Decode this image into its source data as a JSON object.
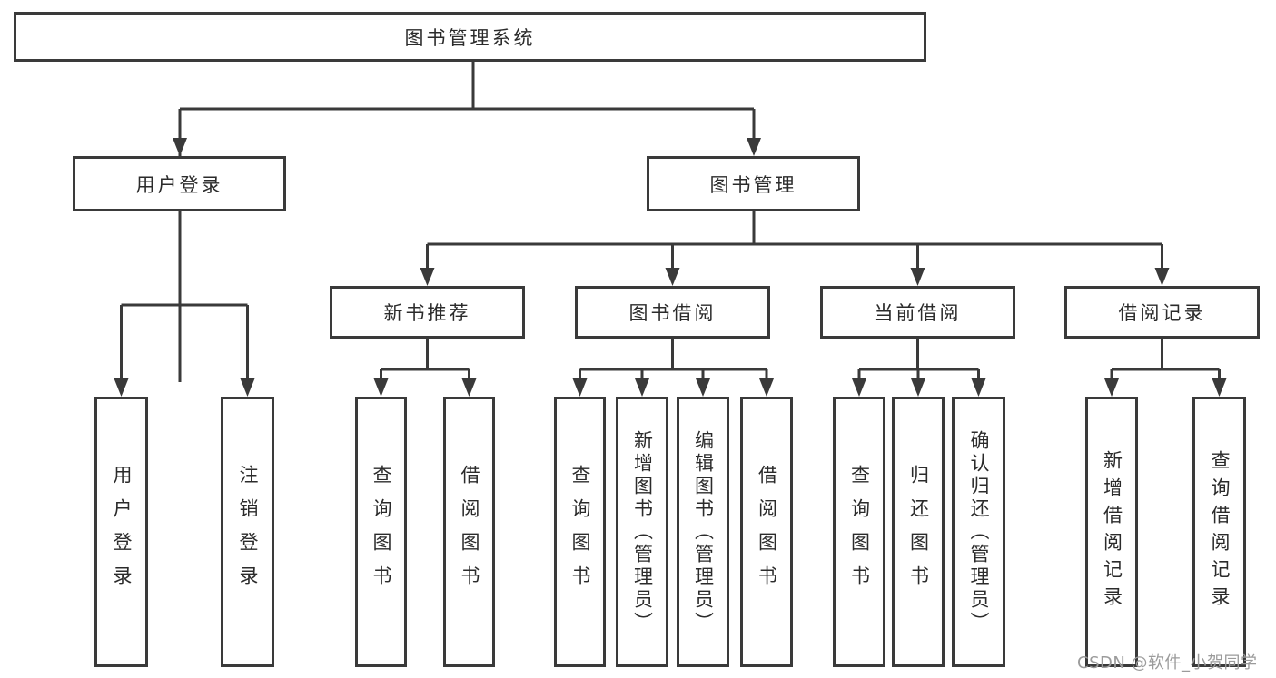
{
  "tree": {
    "root": "图书管理系统",
    "level2": [
      "用户登录",
      "图书管理"
    ],
    "level3": [
      "新书推荐",
      "图书借阅",
      "当前借阅",
      "借阅记录"
    ],
    "leaves": {
      "user_login": [
        "用户登录",
        "注销登录"
      ],
      "new_book_recommend": [
        "查询图书",
        "借阅图书"
      ],
      "book_borrow": [
        "查询图书",
        "新增图书（管理员）",
        "编辑图书（管理员）",
        "借阅图书"
      ],
      "current_borrow": [
        "查询图书",
        "归还图书",
        "确认归还（管理员）"
      ],
      "borrow_records": [
        "新增借阅记录",
        "查询借阅记录"
      ]
    }
  },
  "watermark": "CSDN @软件_小贺同学",
  "colors": {
    "line": "#3a3a3a",
    "text": "#2b2b2b",
    "watermark": "#9b9b9b",
    "background": "#ffffff"
  }
}
